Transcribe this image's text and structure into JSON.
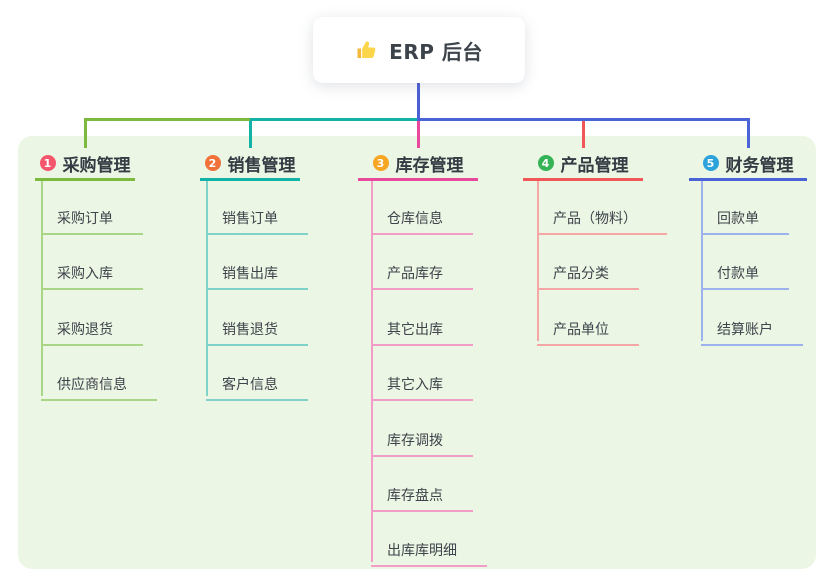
{
  "root": {
    "label": "ERP 后台",
    "icon": "thumbs-up-icon"
  },
  "colors": {
    "canvas_bg": "#ffffff",
    "panel_bg": "#ebf6e4",
    "root_connector": "#4a5ed6",
    "root_text": "#3d434b",
    "title_text": "#353b43",
    "child_text": "#3e444b",
    "badge_text": "#ffffff",
    "thumb_main": "#fbd54a",
    "thumb_cuff": "#f5b93c"
  },
  "branches": [
    {
      "number": "1",
      "title": "采购管理",
      "badge_color": "#f4566c",
      "line_color": "#7cba3f",
      "light_line_color": "#a9d686",
      "children": [
        "采购订单",
        "采购入库",
        "采购退货",
        "供应商信息"
      ]
    },
    {
      "number": "2",
      "title": "销售管理",
      "badge_color": "#f1713b",
      "line_color": "#13b2a6",
      "light_line_color": "#7fd1c9",
      "children": [
        "销售订单",
        "销售出库",
        "销售退货",
        "客户信息"
      ]
    },
    {
      "number": "3",
      "title": "库存管理",
      "badge_color": "#f6a623",
      "line_color": "#e8499c",
      "light_line_color": "#f29cc8",
      "children": [
        "仓库信息",
        "产品库存",
        "其它出库",
        "其它入库",
        "库存调拨",
        "库存盘点",
        "出库库明细"
      ]
    },
    {
      "number": "4",
      "title": "产品管理",
      "badge_color": "#35b457",
      "line_color": "#f15757",
      "light_line_color": "#f7a6a6",
      "children": [
        "产品（物料）",
        "产品分类",
        "产品单位"
      ]
    },
    {
      "number": "5",
      "title": "财务管理",
      "badge_color": "#2ba3da",
      "line_color": "#4a63d6",
      "light_line_color": "#9db1ea",
      "children": [
        "回款单",
        "付款单",
        "结算账户"
      ]
    }
  ]
}
